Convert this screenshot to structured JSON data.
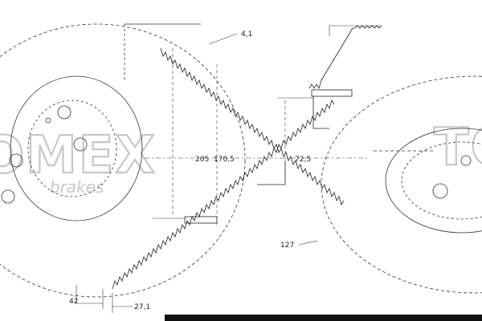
{
  "dimensions": {
    "thickness_top": "4,1",
    "diameter_outer": "205",
    "diameter_inner": "170,5",
    "center_bore": "72,5",
    "bolt_circle": "127",
    "hub_height": "42",
    "total_width": "27,1"
  },
  "watermark": {
    "brand": "TOMEX",
    "sub": "brakes"
  }
}
